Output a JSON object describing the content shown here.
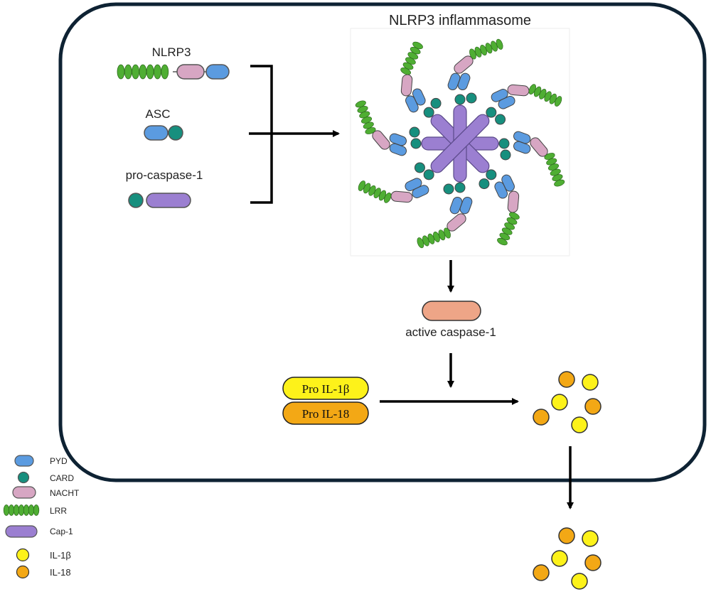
{
  "title": "NLRP3 inflammasome",
  "components": {
    "nlrp3": "NLRP3",
    "asc": "ASC",
    "pro_caspase": "pro-caspase-1"
  },
  "active_caspase": "active caspase-1",
  "pro_cytokines": {
    "il1b": "Pro IL-1β",
    "il18": "Pro IL-18"
  },
  "legend": {
    "pyd": "PYD",
    "card": "CARD",
    "nacht": "NACHT",
    "lrr": "LRR",
    "cap1": "Cap-1",
    "il1b": "IL-1β",
    "il18": "IL-18"
  },
  "colors": {
    "pyd": "#5b9be0",
    "card": "#178f7e",
    "nacht": "#d7a6c3",
    "lrr": "#4fae33",
    "cap1": "#9b7fd1",
    "caspase_active": "#eea587",
    "il1b": "#fdf21a",
    "il18": "#f3a815",
    "cell_border": "#0e2233"
  }
}
